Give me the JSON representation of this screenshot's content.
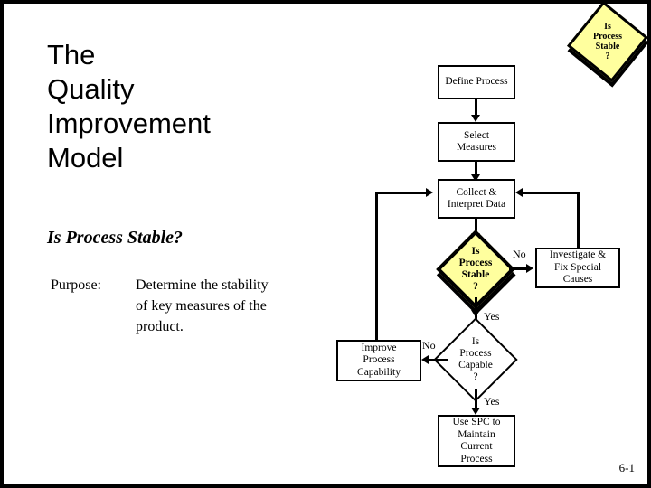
{
  "slide": {
    "title_lines": [
      "The",
      "Quality",
      "Improvement",
      "Model"
    ],
    "subheading": "Is Process Stable?",
    "purpose_label": "Purpose:",
    "purpose_lines": [
      "Determine the stability",
      "of key measures of the",
      "product."
    ],
    "page_number": "6-1"
  },
  "decorative": {
    "diamond_lines": [
      "Is",
      "Process",
      "Stable",
      "?"
    ],
    "fill_color": "#ffff9e",
    "border_color": "#000000"
  },
  "flowchart": {
    "nodes": [
      {
        "id": "define-process",
        "shape": "box",
        "lines": [
          "Define Process"
        ]
      },
      {
        "id": "select-measures",
        "shape": "box",
        "lines": [
          "Select",
          "Measures"
        ]
      },
      {
        "id": "collect-interpret-data",
        "shape": "box",
        "lines": [
          "Collect &",
          "Interpret Data"
        ]
      },
      {
        "id": "is-process-stable",
        "shape": "diamond",
        "filled": true,
        "lines": [
          "Is",
          "Process",
          "Stable",
          "?"
        ]
      },
      {
        "id": "investigate-fix-special-causes",
        "shape": "box",
        "lines": [
          "Investigate &",
          "Fix Special",
          "Causes"
        ]
      },
      {
        "id": "is-process-capable",
        "shape": "diamond",
        "filled": false,
        "lines": [
          "Is",
          "Process",
          "Capable",
          "?"
        ]
      },
      {
        "id": "improve-process-capability",
        "shape": "box",
        "lines": [
          "Improve",
          "Process",
          "Capability"
        ]
      },
      {
        "id": "use-spc-maintain",
        "shape": "box",
        "lines": [
          "Use SPC to",
          "Maintain",
          "Current",
          "Process"
        ]
      }
    ],
    "edge_labels": {
      "stable_no": "No",
      "stable_yes": "Yes",
      "capable_no": "No",
      "capable_yes": "Yes"
    }
  }
}
